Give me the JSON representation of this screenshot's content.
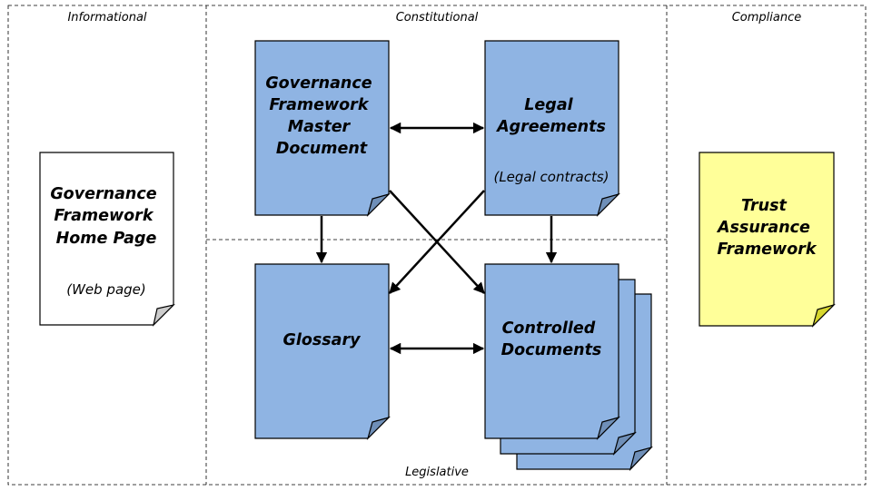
{
  "sections": {
    "informational": "Informational",
    "constitutional": "Constitutional",
    "compliance": "Compliance",
    "legislative": "Legislative"
  },
  "documents": {
    "home_page": {
      "title_lines": [
        "Governance",
        "Framework",
        "Home Page"
      ],
      "subtitle": "(Web page)",
      "fill": "#ffffff",
      "fold": "#cccccc"
    },
    "master": {
      "title_lines": [
        "Governance",
        "Framework",
        "Master",
        "Document"
      ],
      "fill": "#8fb4e3",
      "fold": "#6f8fb8"
    },
    "legal": {
      "title_lines": [
        "Legal",
        "Agreements"
      ],
      "subtitle": "(Legal contracts)",
      "fill": "#8fb4e3",
      "fold": "#6f8fb8"
    },
    "glossary": {
      "title_lines": [
        "Glossary"
      ],
      "fill": "#8fb4e3",
      "fold": "#6f8fb8"
    },
    "controlled": {
      "title_lines": [
        "Controlled",
        "Documents"
      ],
      "fill": "#8fb4e3",
      "fold": "#6f8fb8"
    },
    "trust": {
      "title_lines": [
        "Trust",
        "Assurance",
        "Framework"
      ],
      "fill": "#ffff99",
      "fold": "#d6d62e"
    }
  }
}
